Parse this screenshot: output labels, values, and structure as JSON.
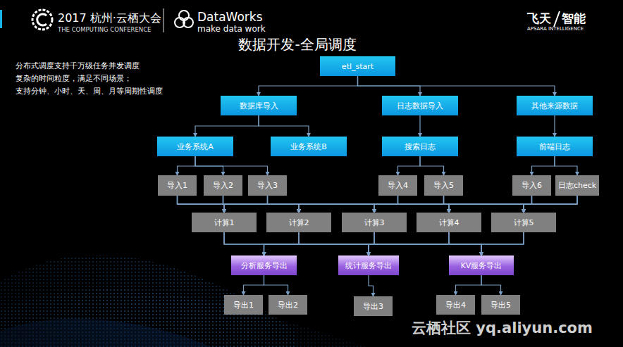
{
  "diagram": {
    "title": "数据开发-全局调度",
    "nodes": [
      {
        "text": [
          "etl_start"
        ]
      },
      {
        "text": [
          "数据库导入"
        ]
      },
      {
        "text": [
          "日志数据导入"
        ]
      },
      {
        "text": [
          "其他来源数据"
        ]
      },
      {
        "text": [
          "业务系统A"
        ]
      },
      {
        "text": [
          "业务系统B"
        ]
      },
      {
        "text": [
          "搜索日志"
        ]
      },
      {
        "text": [
          "前端日志"
        ]
      },
      {
        "text": [
          "导入1"
        ]
      },
      {
        "text": [
          "导入2"
        ]
      },
      {
        "text": [
          "导入3"
        ]
      },
      {
        "text": [
          "导入4"
        ]
      },
      {
        "text": [
          "导入5"
        ]
      },
      {
        "text": [
          "导入6"
        ]
      },
      {
        "text": [
          "日志check"
        ]
      },
      {
        "text": [
          "计算1"
        ]
      },
      {
        "text": [
          "计算2"
        ]
      },
      {
        "text": [
          "计算3"
        ]
      },
      {
        "text": [
          "计算4"
        ]
      },
      {
        "text": [
          "计算5"
        ]
      },
      {
        "text": [
          "分析服务导出"
        ]
      },
      {
        "text": [
          "统计服务导出"
        ]
      },
      {
        "text": [
          "KV服务导出"
        ]
      },
      {
        "text": [
          "导出1"
        ]
      },
      {
        "text": [
          "导出2"
        ]
      },
      {
        "text": [
          "导出3"
        ]
      },
      {
        "text": [
          "导出4"
        ]
      },
      {
        "text": [
          "导出5"
        ]
      }
    ],
    "edges": [
      {
        "from": 0,
        "to": 1,
        "arrow": "to"
      },
      {
        "from": 0,
        "to": 2,
        "arrow": "to"
      },
      {
        "from": 0,
        "to": 3,
        "arrow": "to"
      },
      {
        "from": 1,
        "to": 4,
        "arrow": "to"
      },
      {
        "from": 1,
        "to": 5,
        "arrow": "to"
      },
      {
        "from": 2,
        "to": 6,
        "arrow": "to"
      },
      {
        "from": 3,
        "to": 7,
        "arrow": "to"
      },
      {
        "from": 4,
        "to": 8,
        "arrow": "to"
      },
      {
        "from": 4,
        "to": 9,
        "arrow": "to"
      },
      {
        "from": 4,
        "to": 10,
        "arrow": "to"
      },
      {
        "from": 6,
        "to": 11,
        "arrow": "to"
      },
      {
        "from": 6,
        "to": 12,
        "arrow": "to"
      },
      {
        "from": 7,
        "to": 13,
        "arrow": "to"
      },
      {
        "from": 7,
        "to": 14,
        "arrow": "to"
      },
      {
        "from": 8,
        "to": 15,
        "arrow": "to"
      },
      {
        "from": 8,
        "to": 16,
        "arrow": "to"
      },
      {
        "from": 8,
        "to": 17,
        "arrow": "to"
      },
      {
        "from": 8,
        "to": 18,
        "arrow": "to"
      },
      {
        "from": 8,
        "to": 19,
        "arrow": "to"
      },
      {
        "from": 9,
        "to": 15,
        "arrow": "to"
      },
      {
        "from": 9,
        "to": 16,
        "arrow": "to"
      },
      {
        "from": 9,
        "to": 17,
        "arrow": "to"
      },
      {
        "from": 9,
        "to": 18,
        "arrow": "to"
      },
      {
        "from": 9,
        "to": 19,
        "arrow": "to"
      },
      {
        "from": 10,
        "to": 15,
        "arrow": "to"
      },
      {
        "from": 10,
        "to": 16,
        "arrow": "to"
      },
      {
        "from": 10,
        "to": 17,
        "arrow": "to"
      },
      {
        "from": 10,
        "to": 18,
        "arrow": "to"
      },
      {
        "from": 10,
        "to": 19,
        "arrow": "to"
      },
      {
        "from": 11,
        "to": 15,
        "arrow": "to"
      },
      {
        "from": 11,
        "to": 16,
        "arrow": "to"
      },
      {
        "from": 11,
        "to": 17,
        "arrow": "to"
      },
      {
        "from": 11,
        "to": 18,
        "arrow": "to"
      },
      {
        "from": 11,
        "to": 19,
        "arrow": "to"
      },
      {
        "from": 12,
        "to": 15,
        "arrow": "to"
      },
      {
        "from": 12,
        "to": 16,
        "arrow": "to"
      },
      {
        "from": 12,
        "to": 17,
        "arrow": "to"
      },
      {
        "from": 12,
        "to": 18,
        "arrow": "to"
      },
      {
        "from": 12,
        "to": 19,
        "arrow": "to"
      },
      {
        "from": 13,
        "to": 15,
        "arrow": "to"
      },
      {
        "from": 13,
        "to": 16,
        "arrow": "to"
      },
      {
        "from": 13,
        "to": 17,
        "arrow": "to"
      },
      {
        "from": 13,
        "to": 18,
        "arrow": "to"
      },
      {
        "from": 13,
        "to": 19,
        "arrow": "to"
      },
      {
        "from": 14,
        "to": 15,
        "arrow": "to"
      },
      {
        "from": 14,
        "to": 16,
        "arrow": "to"
      },
      {
        "from": 14,
        "to": 17,
        "arrow": "to"
      },
      {
        "from": 14,
        "to": 18,
        "arrow": "to"
      },
      {
        "from": 14,
        "to": 19,
        "arrow": "to"
      },
      {
        "from": 15,
        "to": 20,
        "arrow": "to"
      },
      {
        "from": 15,
        "to": 21,
        "arrow": "to"
      },
      {
        "from": 15,
        "to": 22,
        "arrow": "to"
      },
      {
        "from": 16,
        "to": 20,
        "arrow": "to"
      },
      {
        "from": 16,
        "to": 21,
        "arrow": "to"
      },
      {
        "from": 16,
        "to": 22,
        "arrow": "to"
      },
      {
        "from": 17,
        "to": 20,
        "arrow": "to"
      },
      {
        "from": 17,
        "to": 21,
        "arrow": "to"
      },
      {
        "from": 17,
        "to": 22,
        "arrow": "to"
      },
      {
        "from": 18,
        "to": 20,
        "arrow": "to"
      },
      {
        "from": 18,
        "to": 21,
        "arrow": "to"
      },
      {
        "from": 18,
        "to": 22,
        "arrow": "to"
      },
      {
        "from": 19,
        "to": 20,
        "arrow": "to"
      },
      {
        "from": 19,
        "to": 21,
        "arrow": "to"
      },
      {
        "from": 19,
        "to": 22,
        "arrow": "to"
      },
      {
        "from": 20,
        "to": 23,
        "arrow": "to"
      },
      {
        "from": 20,
        "to": 24,
        "arrow": "to"
      },
      {
        "from": 21,
        "to": 25,
        "arrow": "to"
      },
      {
        "from": 22,
        "to": 26,
        "arrow": "to"
      },
      {
        "from": 22,
        "to": 27,
        "arrow": "to"
      }
    ],
    "labels": [
      "2017 杭州·云栖大会",
      "THE COMPUTING CONFERENCE",
      "DataWorks",
      "make data work",
      "飞天",
      "智能",
      "APSARA INTELLIGENCE",
      "分布式调度支持千万级任务并发调度",
      "复杂的时间粒度，满足不同场景；",
      "支持分钟、小时、天、周、月等周期性调度",
      "云栖社区 yq.aliyun.com"
    ]
  }
}
